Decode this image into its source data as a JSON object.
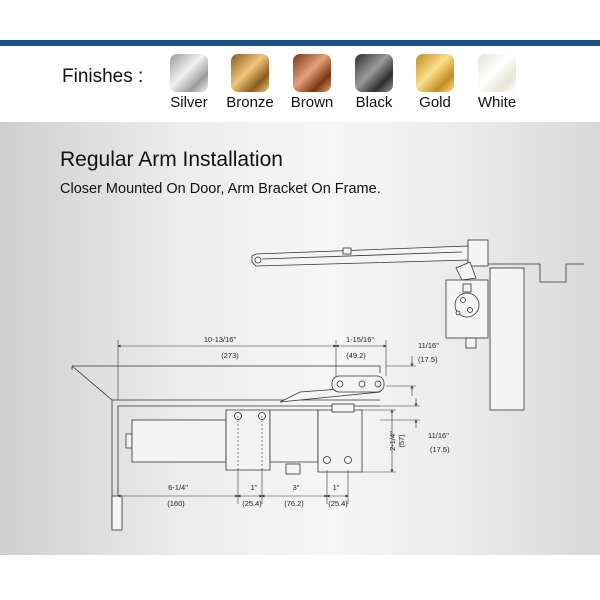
{
  "finishes": {
    "label": "Finishes :",
    "items": [
      {
        "name": "Silver",
        "color_light": "#f2f2f2",
        "color_dark": "#9a9a9a"
      },
      {
        "name": "Bronze",
        "color_light": "#f0c77a",
        "color_dark": "#8a5a1c"
      },
      {
        "name": "Brown",
        "color_light": "#e6a27a",
        "color_dark": "#7a3614"
      },
      {
        "name": "Black",
        "color_light": "#9a9a9a",
        "color_dark": "#2e2e2e"
      },
      {
        "name": "Gold",
        "color_light": "#fbe08a",
        "color_dark": "#c48b26"
      },
      {
        "name": "White",
        "color_light": "#ffffff",
        "color_dark": "#e6e4d6"
      }
    ]
  },
  "installation": {
    "title": "Regular Arm Installation",
    "subtitle": "Closer Mounted On Door, Arm Bracket On Frame."
  },
  "dimensions": {
    "top_width_in": "10-13/16\"",
    "top_width_mm": "(273)",
    "bracket_width_in": "1-15/16\"",
    "bracket_width_mm": "(49.2)",
    "right_top_in": "11/16\"",
    "right_top_mm": "(17.5)",
    "right_bottom_in": "11/16\"",
    "right_bottom_mm": "(17.5)",
    "height_in": "2-1/4\"",
    "height_mm": "(57)",
    "bottom_left_in": "6-1/4\"",
    "bottom_left_mm": "(160)",
    "bottom_a_in": "1\"",
    "bottom_a_mm": "(25.4)",
    "bottom_b_in": "3\"",
    "bottom_b_mm": "(76.2)",
    "bottom_c_in": "1\"",
    "bottom_c_mm": "(25.4)"
  },
  "colors": {
    "accent_bar": "#1f4f86",
    "line": "#333333",
    "part_fill": "#f4f4f4"
  }
}
